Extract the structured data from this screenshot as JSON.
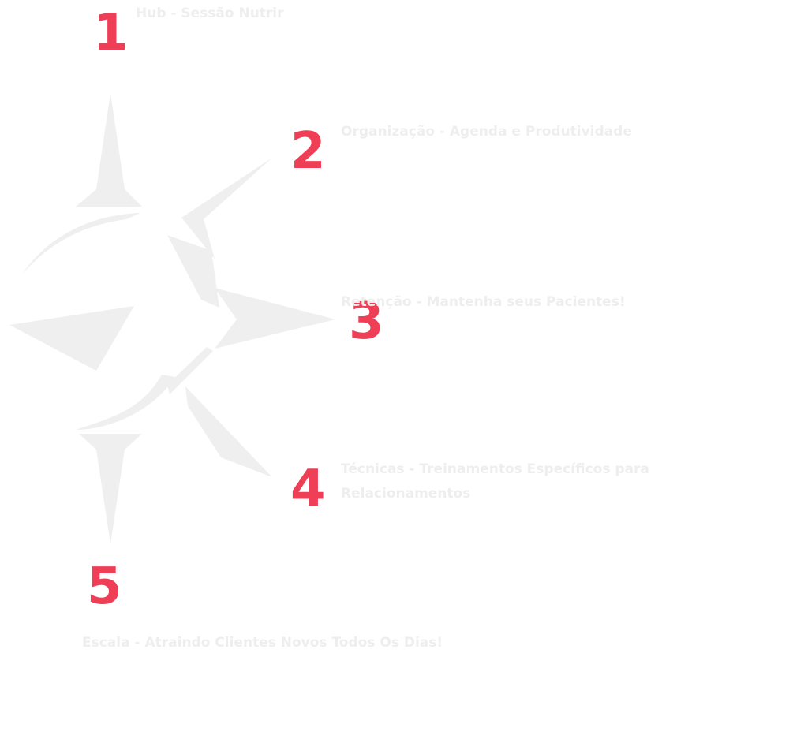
{
  "colors": {
    "accent": "#ef3f56",
    "compass": "#efefef",
    "text": "#f6f6f6"
  },
  "steps": [
    {
      "number": "1",
      "title": "Hub - Sessão Nutrir",
      "text": ""
    },
    {
      "number": "2",
      "title": "Organização - Agenda e Produtividade",
      "text": ""
    },
    {
      "number": "3",
      "title": "Retenção - Mantenha seus Pacientes!",
      "text": ""
    },
    {
      "number": "4",
      "title": "Técnicas - Treinamentos Específicos para Relacionamentos",
      "text": ""
    },
    {
      "number": "5",
      "title": "Escala - Atraindo Clientes Novos Todos Os Dias!",
      "text": ""
    }
  ]
}
